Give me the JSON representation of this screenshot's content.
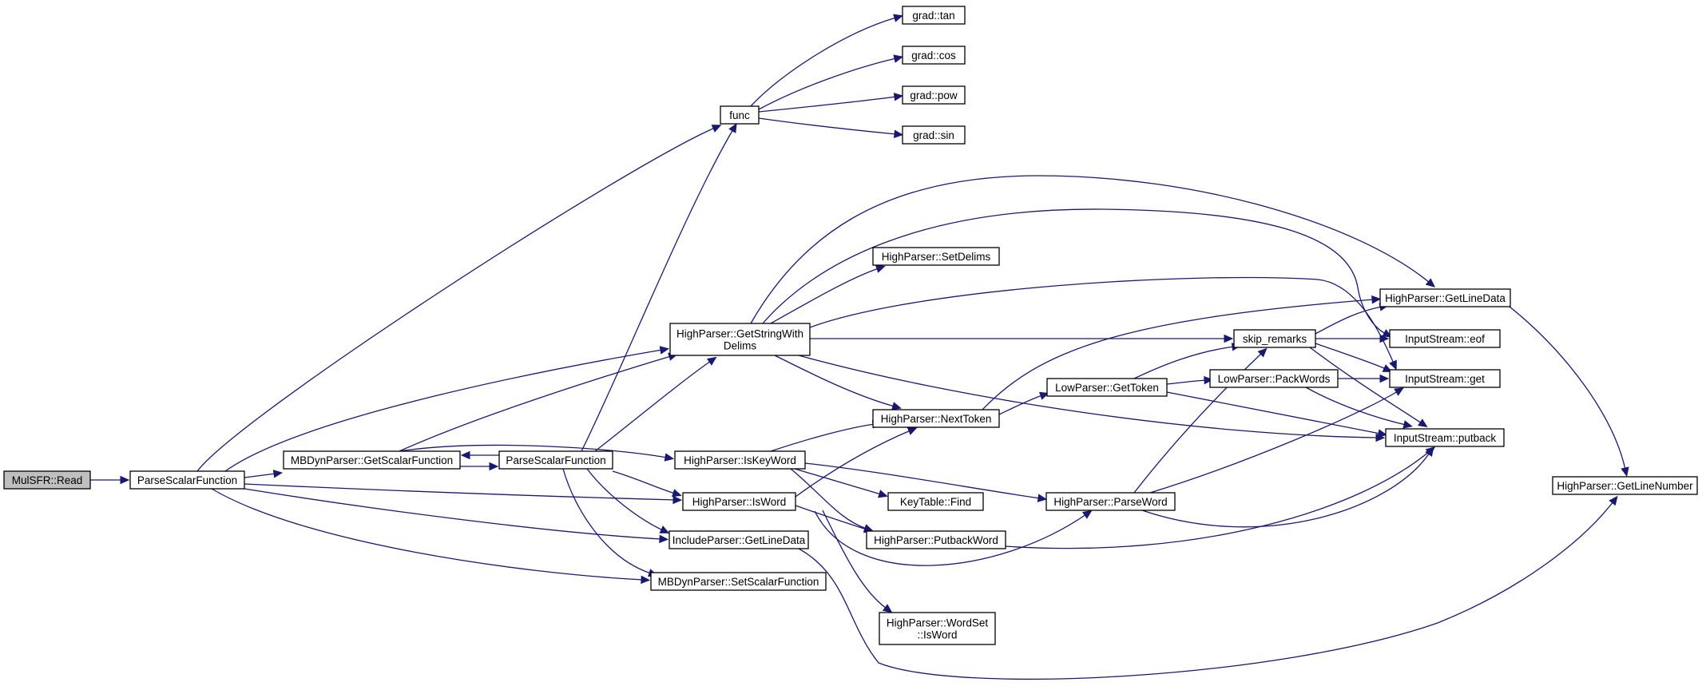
{
  "graph": {
    "edge_color": "#191970",
    "node_fill": "#ffffff",
    "root_fill": "#bfbfbf",
    "nodes": [
      {
        "id": "mulsfr_read",
        "label": [
          "MulSFR::Read"
        ],
        "root": true
      },
      {
        "id": "parse_scalar_1",
        "label": [
          "ParseScalarFunction"
        ]
      },
      {
        "id": "mbdyn_get_scalar",
        "label": [
          "MBDynParser::GetScalarFunction"
        ]
      },
      {
        "id": "parse_scalar_2",
        "label": [
          "ParseScalarFunction"
        ]
      },
      {
        "id": "func",
        "label": [
          "func"
        ]
      },
      {
        "id": "grad_tan",
        "label": [
          "grad::tan"
        ]
      },
      {
        "id": "grad_cos",
        "label": [
          "grad::cos"
        ]
      },
      {
        "id": "grad_pow",
        "label": [
          "grad::pow"
        ]
      },
      {
        "id": "grad_sin",
        "label": [
          "grad::sin"
        ]
      },
      {
        "id": "hp_getstringwithdelims",
        "label": [
          "HighParser::GetStringWith",
          "Delims"
        ]
      },
      {
        "id": "hp_setdelims",
        "label": [
          "HighParser::SetDelims"
        ]
      },
      {
        "id": "hp_iskeyword",
        "label": [
          "HighParser::IsKeyWord"
        ]
      },
      {
        "id": "hp_isword",
        "label": [
          "HighParser::IsWord"
        ]
      },
      {
        "id": "ip_getlinedata",
        "label": [
          "IncludeParser::GetLineData"
        ]
      },
      {
        "id": "mbdyn_set_scalar",
        "label": [
          "MBDynParser::SetScalarFunction"
        ]
      },
      {
        "id": "hp_nexttoken",
        "label": [
          "HighParser::NextToken"
        ]
      },
      {
        "id": "kt_find",
        "label": [
          "KeyTable::Find"
        ]
      },
      {
        "id": "hp_putbackword",
        "label": [
          "HighParser::PutbackWord"
        ]
      },
      {
        "id": "hp_wordset_isword",
        "label": [
          "HighParser::WordSet",
          "::IsWord"
        ]
      },
      {
        "id": "skip_remarks",
        "label": [
          "skip_remarks"
        ]
      },
      {
        "id": "lp_gettoken",
        "label": [
          "LowParser::GetToken"
        ]
      },
      {
        "id": "lp_packwords",
        "label": [
          "LowParser::PackWords"
        ]
      },
      {
        "id": "hp_parseword",
        "label": [
          "HighParser::ParseWord"
        ]
      },
      {
        "id": "hp_getlinedata",
        "label": [
          "HighParser::GetLineData"
        ]
      },
      {
        "id": "is_eof",
        "label": [
          "InputStream::eof"
        ]
      },
      {
        "id": "is_get",
        "label": [
          "InputStream::get"
        ]
      },
      {
        "id": "is_putback",
        "label": [
          "InputStream::putback"
        ]
      },
      {
        "id": "hp_getlinenumber",
        "label": [
          "HighParser::GetLineNumber"
        ]
      }
    ],
    "edges": [
      {
        "from": "mulsfr_read",
        "to": "parse_scalar_1"
      },
      {
        "from": "parse_scalar_1",
        "to": "func"
      },
      {
        "from": "parse_scalar_1",
        "to": "hp_getstringwithdelims"
      },
      {
        "from": "parse_scalar_1",
        "to": "mbdyn_get_scalar"
      },
      {
        "from": "parse_scalar_1",
        "to": "hp_isword"
      },
      {
        "from": "parse_scalar_1",
        "to": "ip_getlinedata"
      },
      {
        "from": "parse_scalar_1",
        "to": "mbdyn_set_scalar"
      },
      {
        "from": "mbdyn_get_scalar",
        "to": "hp_getstringwithdelims"
      },
      {
        "from": "mbdyn_get_scalar",
        "to": "hp_iskeyword"
      },
      {
        "from": "mbdyn_get_scalar",
        "to": "parse_scalar_2"
      },
      {
        "from": "parse_scalar_2",
        "to": "mbdyn_get_scalar"
      },
      {
        "from": "parse_scalar_2",
        "to": "func"
      },
      {
        "from": "parse_scalar_2",
        "to": "hp_getstringwithdelims"
      },
      {
        "from": "parse_scalar_2",
        "to": "hp_isword"
      },
      {
        "from": "parse_scalar_2",
        "to": "ip_getlinedata"
      },
      {
        "from": "parse_scalar_2",
        "to": "mbdyn_set_scalar"
      },
      {
        "from": "func",
        "to": "grad_tan"
      },
      {
        "from": "func",
        "to": "grad_cos"
      },
      {
        "from": "func",
        "to": "grad_pow"
      },
      {
        "from": "func",
        "to": "grad_sin"
      },
      {
        "from": "hp_getstringwithdelims",
        "to": "hp_setdelims"
      },
      {
        "from": "hp_getstringwithdelims",
        "to": "hp_getlinedata"
      },
      {
        "from": "hp_getstringwithdelims",
        "to": "is_eof"
      },
      {
        "from": "hp_getstringwithdelims",
        "to": "is_get"
      },
      {
        "from": "hp_getstringwithdelims",
        "to": "skip_remarks"
      },
      {
        "from": "hp_getstringwithdelims",
        "to": "hp_nexttoken"
      },
      {
        "from": "hp_getstringwithdelims",
        "to": "is_putback"
      },
      {
        "from": "hp_iskeyword",
        "to": "hp_nexttoken"
      },
      {
        "from": "hp_iskeyword",
        "to": "kt_find"
      },
      {
        "from": "hp_iskeyword",
        "to": "hp_parseword"
      },
      {
        "from": "hp_iskeyword",
        "to": "hp_putbackword"
      },
      {
        "from": "hp_isword",
        "to": "hp_nexttoken"
      },
      {
        "from": "hp_isword",
        "to": "hp_putbackword"
      },
      {
        "from": "hp_isword",
        "to": "hp_parseword"
      },
      {
        "from": "hp_isword",
        "to": "hp_wordset_isword"
      },
      {
        "from": "ip_getlinedata",
        "to": "hp_getlinenumber"
      },
      {
        "from": "hp_nexttoken",
        "to": "hp_getlinedata"
      },
      {
        "from": "hp_nexttoken",
        "to": "lp_gettoken"
      },
      {
        "from": "hp_putbackword",
        "to": "is_putback"
      },
      {
        "from": "lp_gettoken",
        "to": "skip_remarks"
      },
      {
        "from": "lp_gettoken",
        "to": "lp_packwords"
      },
      {
        "from": "lp_gettoken",
        "to": "is_putback"
      },
      {
        "from": "lp_packwords",
        "to": "is_get"
      },
      {
        "from": "lp_packwords",
        "to": "is_putback"
      },
      {
        "from": "hp_parseword",
        "to": "skip_remarks"
      },
      {
        "from": "hp_parseword",
        "to": "is_get"
      },
      {
        "from": "hp_parseword",
        "to": "is_putback"
      },
      {
        "from": "skip_remarks",
        "to": "hp_getlinedata"
      },
      {
        "from": "skip_remarks",
        "to": "is_eof"
      },
      {
        "from": "skip_remarks",
        "to": "is_get"
      },
      {
        "from": "skip_remarks",
        "to": "is_putback"
      },
      {
        "from": "hp_getlinedata",
        "to": "hp_getlinenumber"
      }
    ]
  }
}
